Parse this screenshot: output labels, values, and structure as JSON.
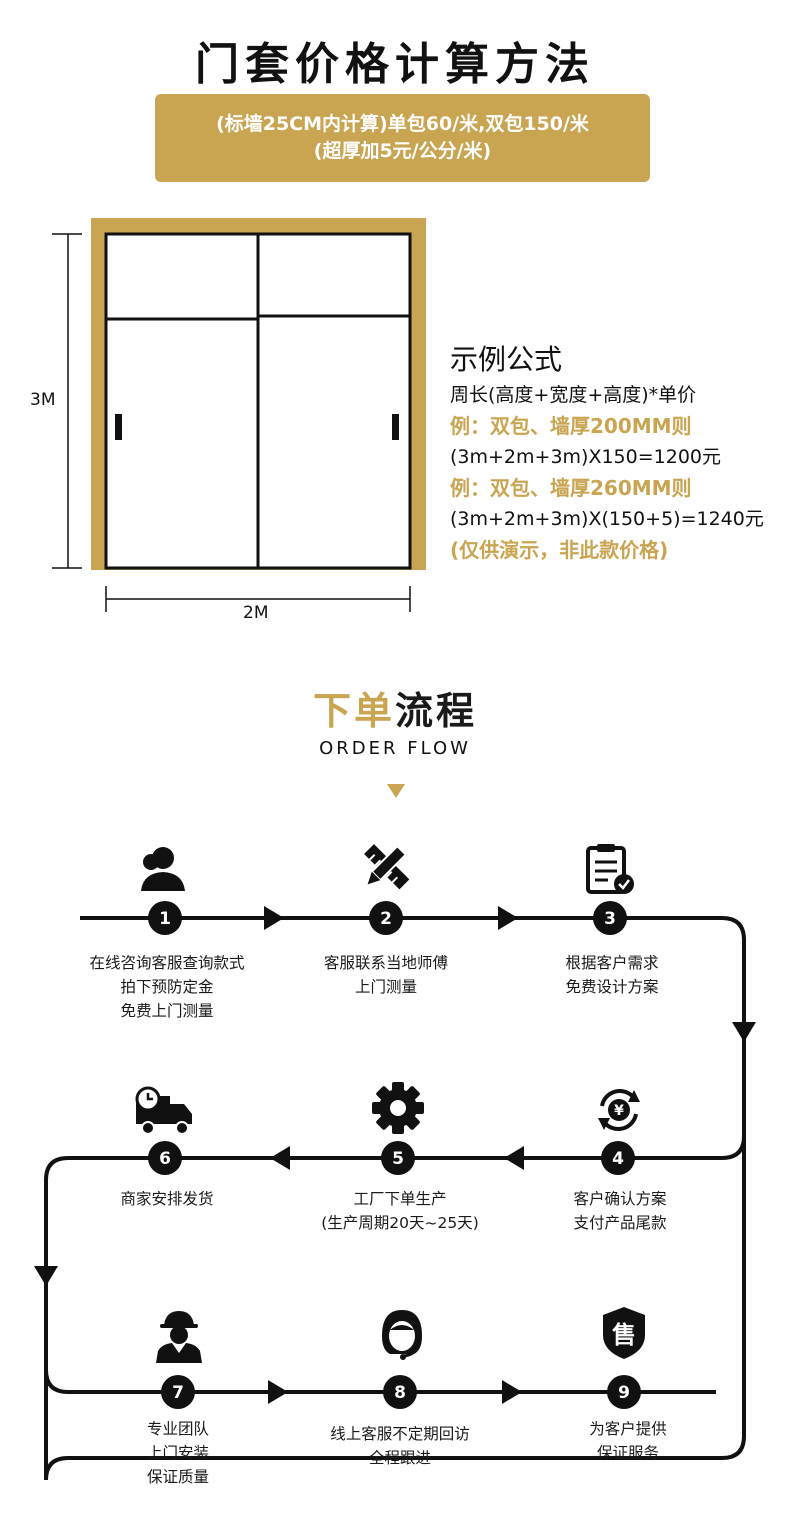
{
  "title": "门套价格计算方法",
  "banner": {
    "line1": "(标墙25CM内计算)单包60/米,双包150/米",
    "line2": "(超厚加5元/公分/米)"
  },
  "diagram": {
    "height_label": "3M",
    "width_label": "2M",
    "frame_color": "#c9a451"
  },
  "formula": {
    "heading": "示例公式",
    "rule": "周长(高度+宽度+高度)*单价",
    "example1_title": "例：双包、墙厚200MM则",
    "example1_calc": "(3m+2m+3m)X150=1200元",
    "example2_title": "例：双包、墙厚260MM则",
    "example2_calc": "(3m+2m+3m)X(150+5)=1240元",
    "note": "(仅供演示，非此款价格)"
  },
  "order_flow": {
    "title_gold": "下单",
    "title_dark": "流程",
    "subtitle": "ORDER FLOW",
    "steps": [
      {
        "number": "1",
        "icon": "user-icon",
        "lines": [
          "在线咨询客服查询款式",
          "拍下预防定金",
          "免费上门测量"
        ]
      },
      {
        "number": "2",
        "icon": "pencil-ruler-icon",
        "lines": [
          "客服联系当地师傅",
          "上门测量"
        ]
      },
      {
        "number": "3",
        "icon": "clipboard-check-icon",
        "lines": [
          "根据客户需求",
          "免费设计方案"
        ]
      },
      {
        "number": "4",
        "icon": "yuan-cycle-icon",
        "lines": [
          "客户确认方案",
          "支付产品尾款"
        ]
      },
      {
        "number": "5",
        "icon": "gear-icon",
        "lines": [
          "工厂下单生产",
          "(生产周期20天~25天)"
        ]
      },
      {
        "number": "6",
        "icon": "delivery-truck-icon",
        "lines": [
          "商家安排发货"
        ]
      },
      {
        "number": "7",
        "icon": "worker-icon",
        "lines": [
          "专业团队",
          "上门安装",
          "保证质量"
        ]
      },
      {
        "number": "8",
        "icon": "headset-agent-icon",
        "lines": [
          "线上客服不定期回访",
          "全程跟进"
        ]
      },
      {
        "number": "9",
        "icon": "after-sales-shield-icon",
        "lines": [
          "为客户提供",
          "保证服务"
        ]
      }
    ],
    "icon_shield_char": "售",
    "icon_yuan_char": "¥"
  },
  "colors": {
    "accent": "#c9a451",
    "dark": "#111111"
  }
}
